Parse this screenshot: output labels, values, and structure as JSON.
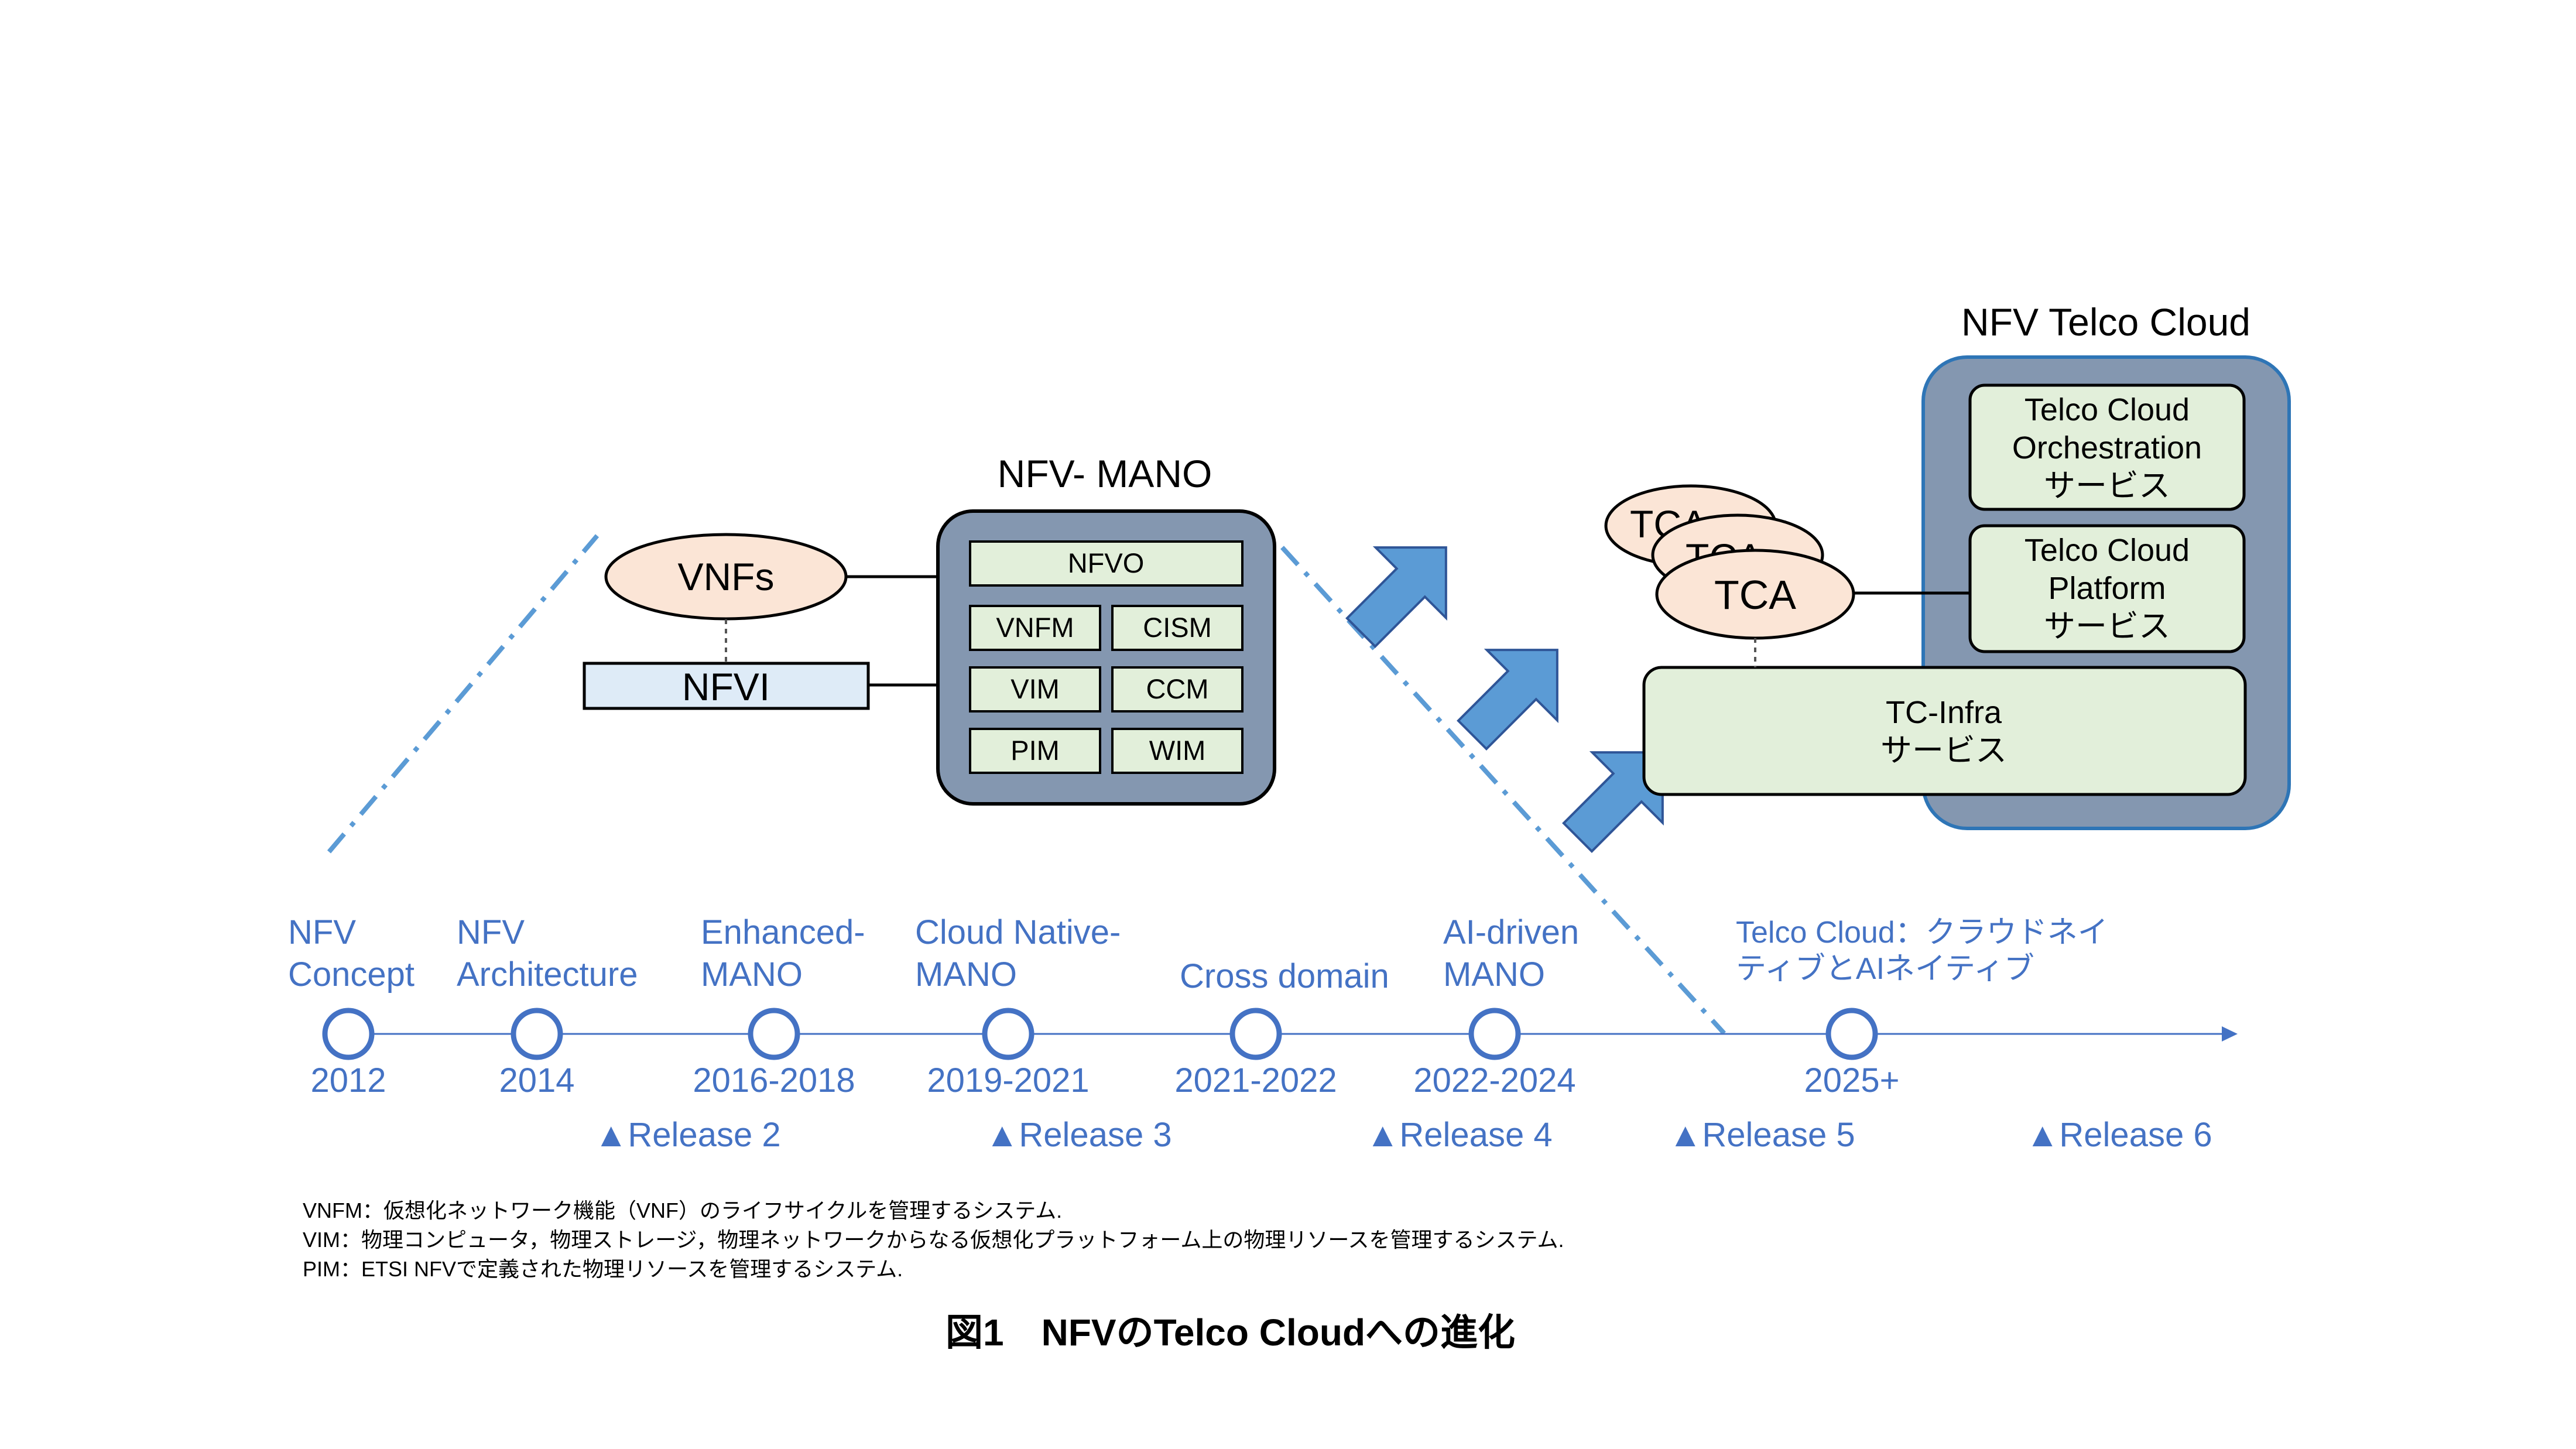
{
  "colors": {
    "accent_blue": "#4472C4",
    "arrow_blue": "#5B9BD5",
    "mano_box": "#8497B0",
    "green_box": "#E2EFDA",
    "ellipse_fill": "#FBE5D6",
    "nfvi_fill": "#DEEBF7"
  },
  "left": {
    "mano_title": "NFV- MANO",
    "vnfs": "VNFs",
    "nfvi": "NFVI",
    "components": {
      "nfvo": "NFVO",
      "vnfm": "VNFM",
      "cism": "CISM",
      "vim": "VIM",
      "ccm": "CCM",
      "pim": "PIM",
      "wim": "WIM"
    }
  },
  "right": {
    "title": "NFV Telco Cloud",
    "tca_back1": "TCA",
    "tca_back2": "TCA",
    "tca": "TCA",
    "orchestration": [
      "Telco Cloud",
      "Orchestration",
      "サービス"
    ],
    "platform": [
      "Telco Cloud",
      "Platform",
      "サービス"
    ],
    "infra": [
      "TC-Infra",
      "サービス"
    ]
  },
  "timeline": {
    "milestones": [
      {
        "label": [
          "NFV",
          "Concept"
        ],
        "year": "2012"
      },
      {
        "label": [
          "NFV",
          "Architecture"
        ],
        "year": "2014"
      },
      {
        "label": [
          "Enhanced-",
          "MANO"
        ],
        "year": "2016-2018"
      },
      {
        "label": [
          "Cloud Native-",
          "MANO"
        ],
        "year": "2019-2021"
      },
      {
        "label": [
          "Cross domain"
        ],
        "year": "2021-2022"
      },
      {
        "label": [
          "AI-driven",
          "MANO"
        ],
        "year": "2022-2024"
      },
      {
        "label": [
          "Telco Cloud：クラウドネイ",
          "ティブとAIネイティブ"
        ],
        "year": "2025+"
      }
    ],
    "releases": [
      "▲Release 2",
      "▲Release 3",
      "▲Release 4",
      "▲Release 5",
      "▲Release 6"
    ]
  },
  "notes": [
    "VNFM：仮想化ネットワーク機能（VNF）のライフサイクルを管理するシステム.",
    "VIM：物理コンピュータ，物理ストレージ，物理ネットワークからなる仮想化プラットフォーム上の物理リソースを管理するシステム.",
    "PIM：ETSI NFVで定義された物理リソースを管理するシステム."
  ],
  "caption": "図1　NFVのTelco Cloudへの進化"
}
